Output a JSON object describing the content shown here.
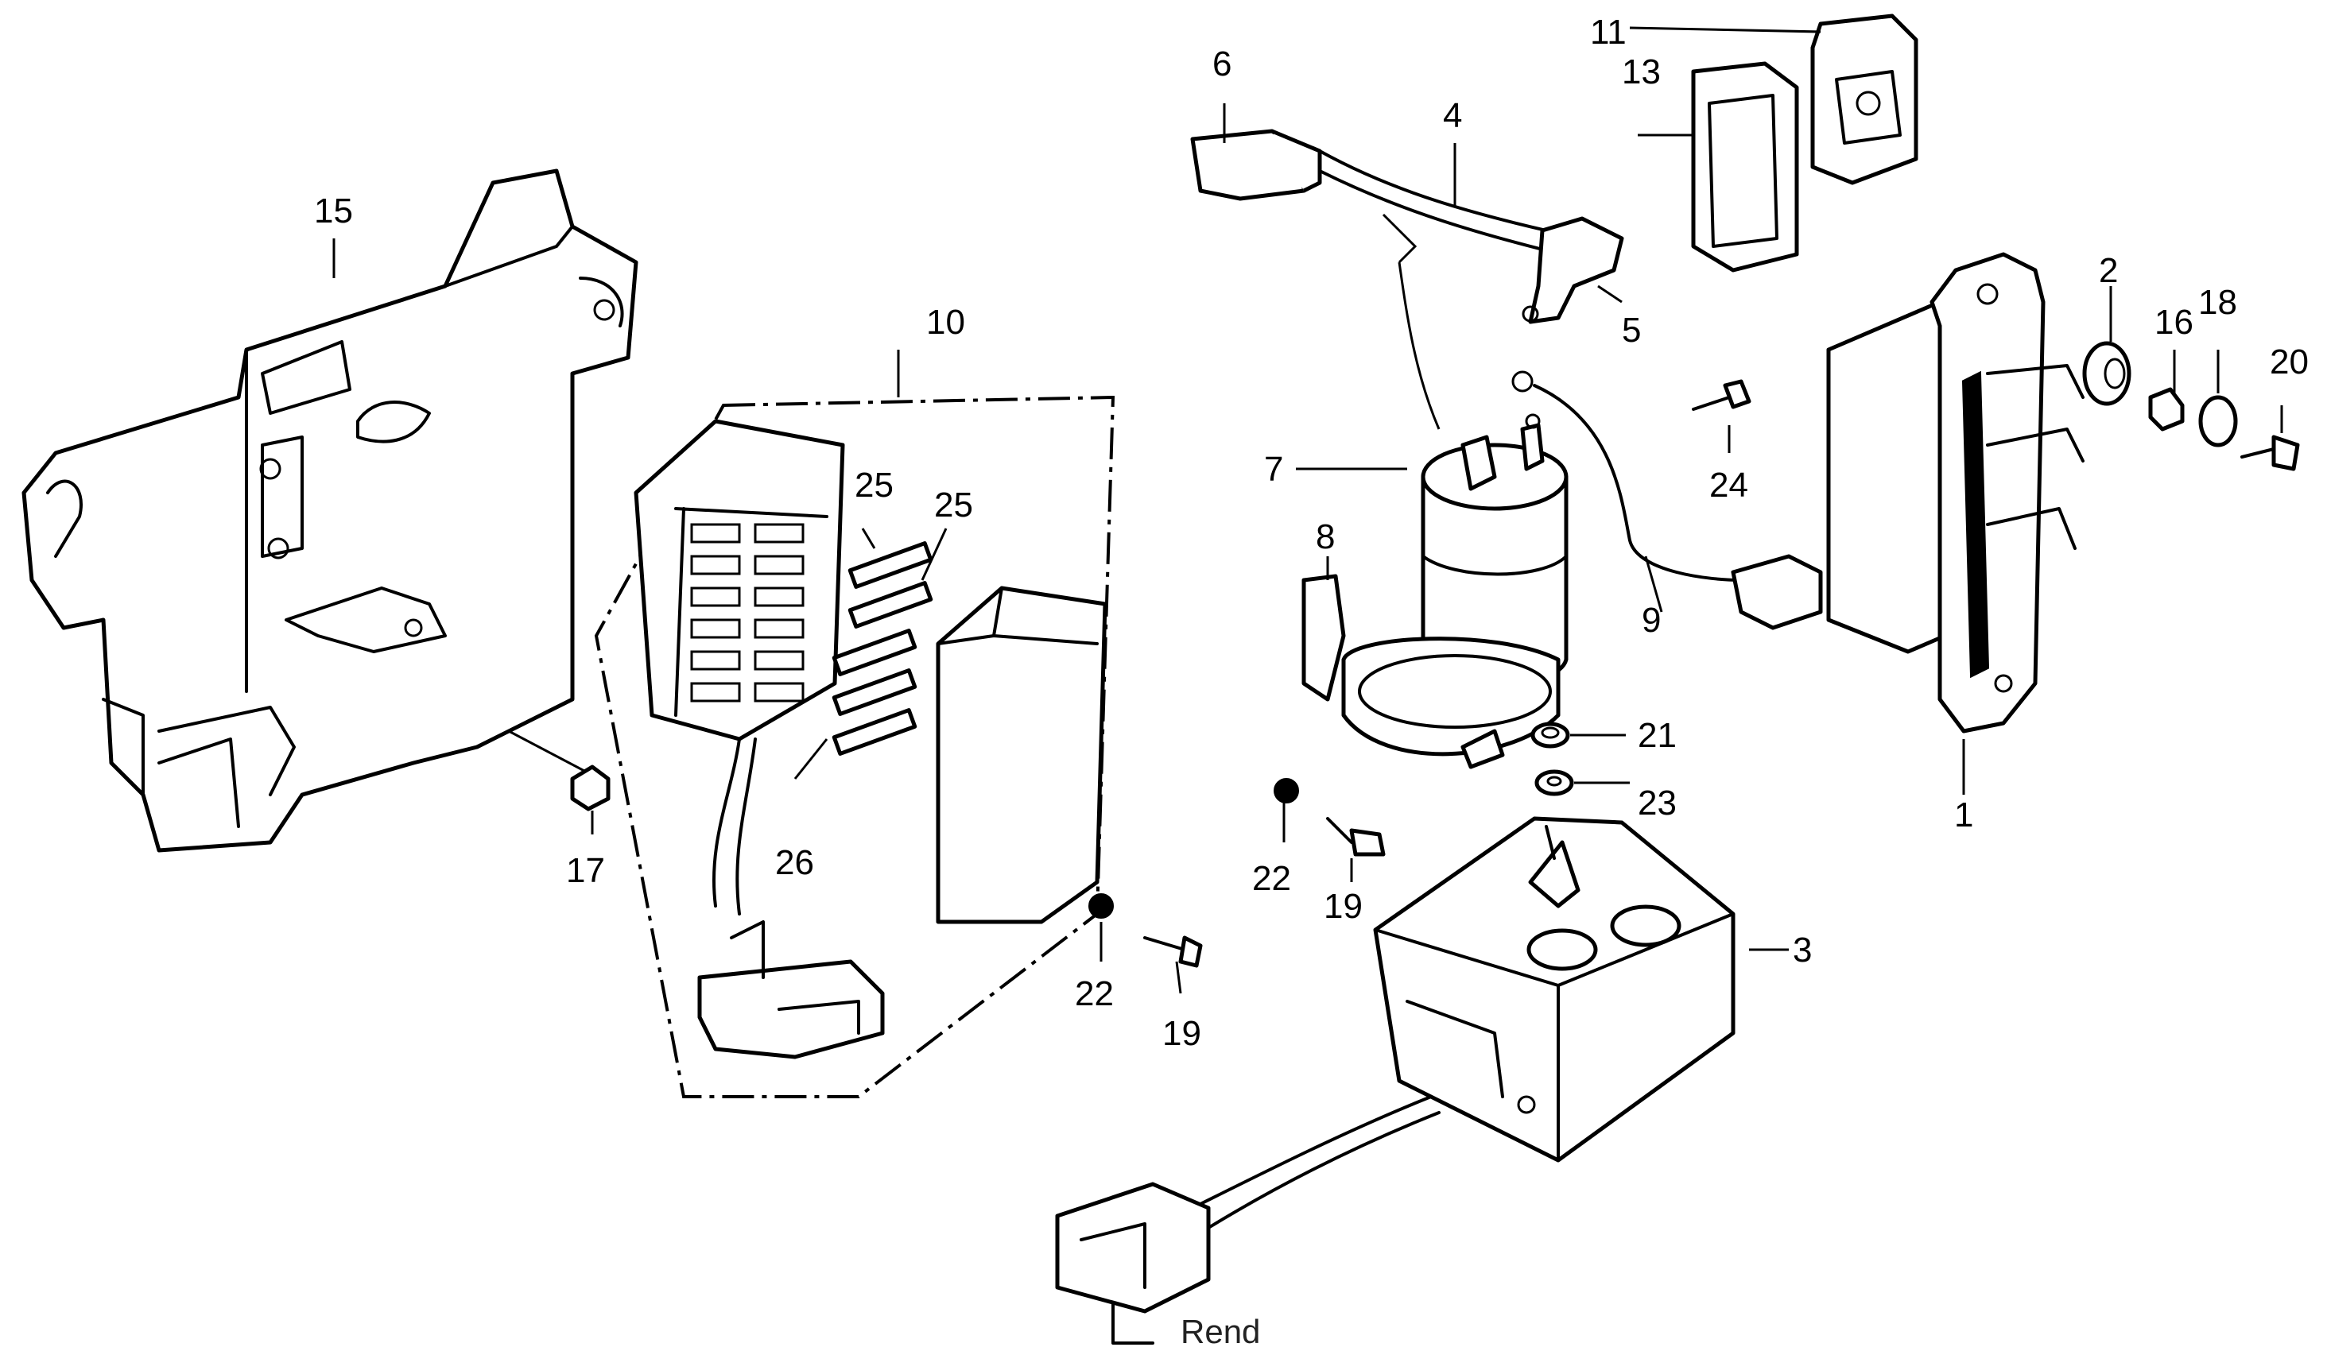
{
  "callouts": {
    "c1": "1",
    "c2": "2",
    "c3": "3",
    "c4": "4",
    "c5": "5",
    "c6": "6",
    "c7": "7",
    "c8": "8",
    "c9": "9",
    "c10": "10",
    "c11": "11",
    "c13": "13",
    "c15": "15",
    "c16": "16",
    "c17": "17",
    "c18": "18",
    "c19a": "19",
    "c19b": "19",
    "c20": "20",
    "c21": "21",
    "c22a": "22",
    "c22b": "22",
    "c23": "23",
    "c24": "24",
    "c25a": "25",
    "c25b": "25",
    "c26": "26"
  },
  "watermark": "Rend"
}
